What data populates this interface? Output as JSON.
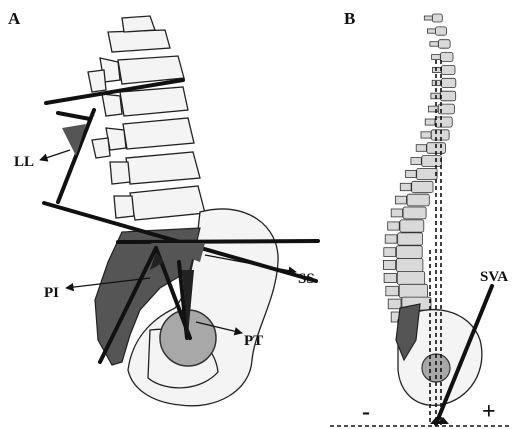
{
  "panels": {
    "a": {
      "letter": "A"
    },
    "b": {
      "letter": "B"
    }
  },
  "labels": {
    "ll": "LL",
    "ss": "SS",
    "pi": "PI",
    "pt": "PT",
    "sva": "SVA",
    "minus": "-",
    "plus": "+"
  },
  "colors": {
    "angle_fill": "#555555",
    "femoral_head": "#a8a8a8",
    "line": "#111111"
  }
}
